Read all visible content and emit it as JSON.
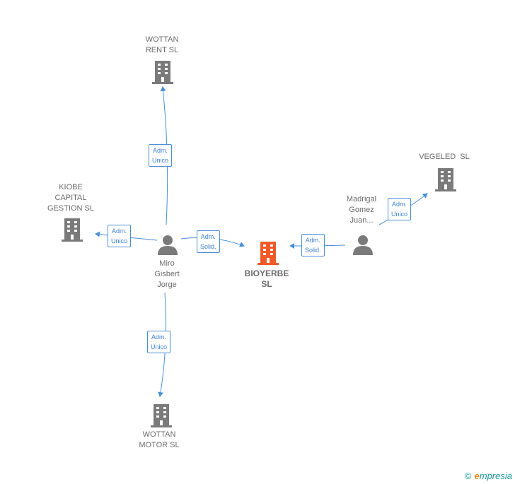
{
  "nodes": {
    "wottan_rent": {
      "label_lines": [
        "WOTTAN",
        "RENT SL"
      ]
    },
    "kiobe": {
      "label_lines": [
        "KIOBE",
        "CAPITAL",
        "GESTION SL"
      ]
    },
    "miro": {
      "label_lines": [
        "Miro",
        "Gisbert",
        "Jorge"
      ]
    },
    "bioyerbe": {
      "label_lines": [
        "BIOYERBE",
        "SL"
      ]
    },
    "madrigal": {
      "label_lines": [
        "Madrigal",
        "Gomez",
        "Juan..."
      ]
    },
    "vegeled": {
      "label_lines": [
        "VEGELED  SL"
      ]
    },
    "wottan_motor": {
      "label_lines": [
        "WOTTAN",
        "MOTOR SL"
      ]
    }
  },
  "edges": {
    "miro_wottan_rent": {
      "lines": [
        "Adm.",
        "Unico"
      ]
    },
    "miro_kiobe": {
      "lines": [
        "Adm.",
        "Unico"
      ]
    },
    "miro_bioyerbe": {
      "lines": [
        "Adm.",
        "Solid."
      ]
    },
    "madrigal_bioyerbe": {
      "lines": [
        "Adm.",
        "Solid."
      ]
    },
    "madrigal_vegeled": {
      "lines": [
        "Adm.",
        "Unico"
      ]
    },
    "miro_wottan_motor": {
      "lines": [
        "Adm.",
        "Unico"
      ]
    }
  },
  "colors": {
    "company_gray": "#7a7a7a",
    "center_orange": "#f05a28",
    "person_gray": "#7a7a7a",
    "edge_blue": "#4a8fd9"
  },
  "footer": {
    "copyright": "©",
    "brand_first": "e",
    "brand_rest": "mpresia"
  }
}
